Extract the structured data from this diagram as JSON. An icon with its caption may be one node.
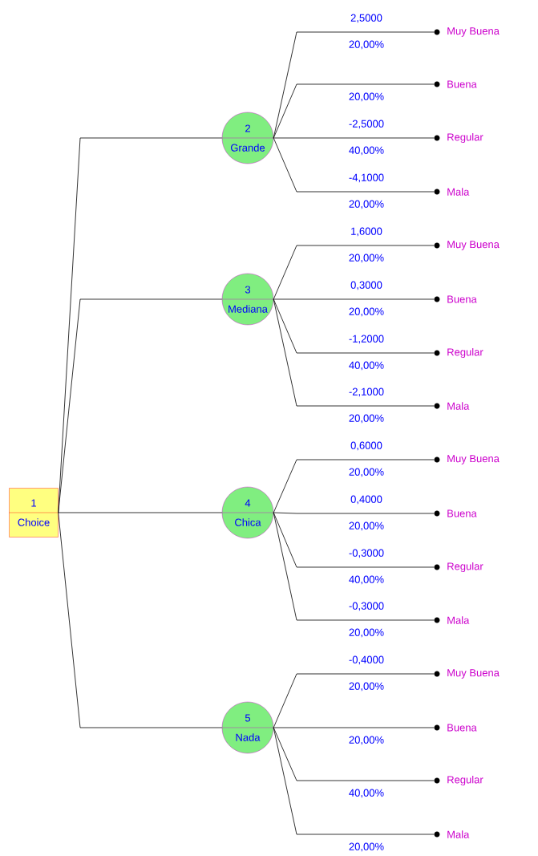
{
  "diagram": {
    "nodes": [
      {
        "text": [
          "1",
          "Choice"
        ]
      },
      {
        "text": [
          "2",
          "Grande"
        ]
      },
      {
        "text": [
          "3",
          "Mediana"
        ]
      },
      {
        "text": [
          "4",
          "Chica"
        ]
      },
      {
        "text": [
          "5",
          "Nada"
        ]
      },
      {
        "text": [],
        "shape": "circle",
        "beside": [
          "Muy Buena"
        ]
      },
      {
        "text": [],
        "shape": "circle",
        "beside": [
          "Buena"
        ]
      },
      {
        "text": [],
        "shape": "circle",
        "beside": [
          "Regular"
        ]
      },
      {
        "text": [],
        "shape": "circle",
        "beside": [
          "Mala"
        ]
      },
      {
        "text": [],
        "shape": "circle",
        "beside": [
          "Muy Buena"
        ]
      },
      {
        "text": [],
        "shape": "circle",
        "beside": [
          "Buena"
        ]
      },
      {
        "text": [],
        "shape": "circle",
        "beside": [
          "Regular"
        ]
      },
      {
        "text": [],
        "shape": "circle",
        "beside": [
          "Mala"
        ]
      },
      {
        "text": [],
        "shape": "circle",
        "beside": [
          "Muy Buena"
        ]
      },
      {
        "text": [],
        "shape": "circle",
        "beside": [
          "Buena"
        ]
      },
      {
        "text": [],
        "shape": "circle",
        "beside": [
          "Regular"
        ]
      },
      {
        "text": [],
        "shape": "circle",
        "beside": [
          "Mala"
        ]
      },
      {
        "text": [],
        "shape": "circle",
        "beside": [
          "Muy Buena"
        ]
      },
      {
        "text": [],
        "shape": "circle",
        "beside": [
          "Buena"
        ]
      },
      {
        "text": [],
        "shape": "circle",
        "beside": [
          "Regular"
        ]
      },
      {
        "text": [],
        "shape": "circle",
        "beside": [
          "Mala"
        ]
      }
    ],
    "edges": [
      {
        "from": 0,
        "to": 1,
        "arrow": "none"
      },
      {
        "from": 0,
        "to": 2,
        "arrow": "none"
      },
      {
        "from": 0,
        "to": 3,
        "arrow": "none"
      },
      {
        "from": 0,
        "to": 4,
        "arrow": "none"
      },
      {
        "from": 1,
        "to": 5,
        "arrow": "none",
        "label": "20,00%"
      },
      {
        "from": 1,
        "to": 6,
        "arrow": "none",
        "label": "20,00%"
      },
      {
        "from": 1,
        "to": 7,
        "arrow": "none",
        "label": "40,00%"
      },
      {
        "from": 1,
        "to": 8,
        "arrow": "none",
        "label": "20,00%"
      },
      {
        "from": 2,
        "to": 9,
        "arrow": "none",
        "label": "20,00%"
      },
      {
        "from": 2,
        "to": 10,
        "arrow": "none",
        "label": "20,00%"
      },
      {
        "from": 2,
        "to": 11,
        "arrow": "none",
        "label": "40,00%"
      },
      {
        "from": 2,
        "to": 12,
        "arrow": "none",
        "label": "20,00%"
      },
      {
        "from": 3,
        "to": 13,
        "arrow": "none",
        "label": "20,00%"
      },
      {
        "from": 3,
        "to": 14,
        "arrow": "none",
        "label": "20,00%"
      },
      {
        "from": 3,
        "to": 15,
        "arrow": "none",
        "label": "40,00%"
      },
      {
        "from": 3,
        "to": 16,
        "arrow": "none",
        "label": "20,00%"
      },
      {
        "from": 4,
        "to": 17,
        "arrow": "none",
        "label": "20,00%"
      },
      {
        "from": 4,
        "to": 18,
        "arrow": "none",
        "label": "20,00%"
      },
      {
        "from": 4,
        "to": 19,
        "arrow": "none",
        "label": "40,00%"
      },
      {
        "from": 4,
        "to": 20,
        "arrow": "none",
        "label": "20,00%"
      }
    ],
    "labels": [
      "2,5000",
      "-2,5000",
      "-4,1000",
      "1,6000",
      "0,3000",
      "-1,2000",
      "-2,1000",
      "0,6000",
      "0,4000",
      "-0,3000",
      "-0,3000",
      "-0,4000"
    ]
  }
}
